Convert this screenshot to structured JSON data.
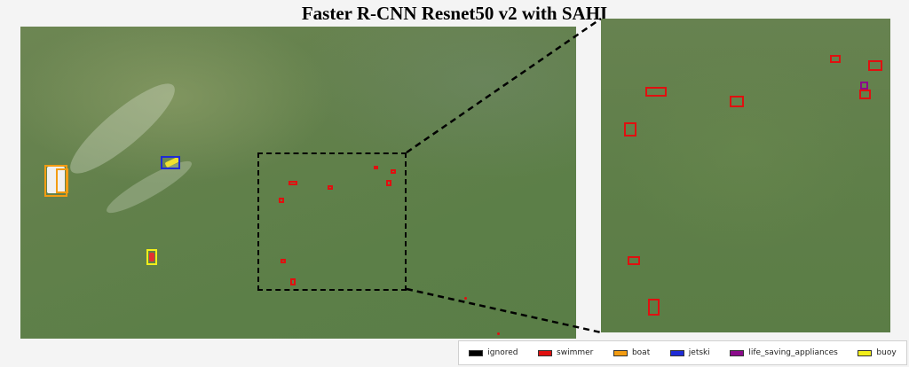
{
  "title": "Faster R-CNN Resnet50 v2 with SAHI",
  "legend": [
    {
      "label": "ignored",
      "color": "#000000"
    },
    {
      "label": "swimmer",
      "color": "#e01010"
    },
    {
      "label": "boat",
      "color": "#f39c12"
    },
    {
      "label": "jetski",
      "color": "#1e2bd6"
    },
    {
      "label": "life_saving_appliances",
      "color": "#8b0a8b"
    },
    {
      "label": "buoy",
      "color": "#f1ee1a"
    }
  ]
}
